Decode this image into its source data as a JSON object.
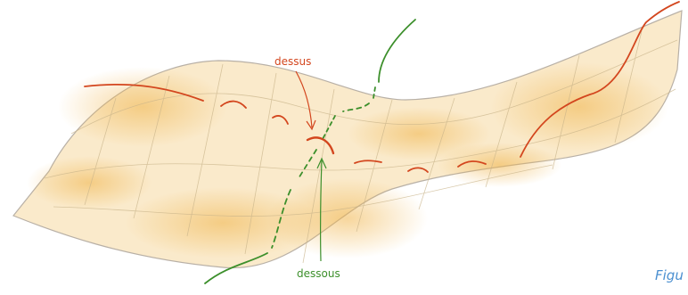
{
  "labels": {
    "above": "dessus",
    "below": "dessous"
  },
  "caption": "Figu",
  "colors": {
    "surface_fill": "#f3c267",
    "surface_edge": "#b8b0a6",
    "above_curve": "#d3461e",
    "below_curve": "#3c8f2b",
    "caption": "#4a8fd0"
  }
}
